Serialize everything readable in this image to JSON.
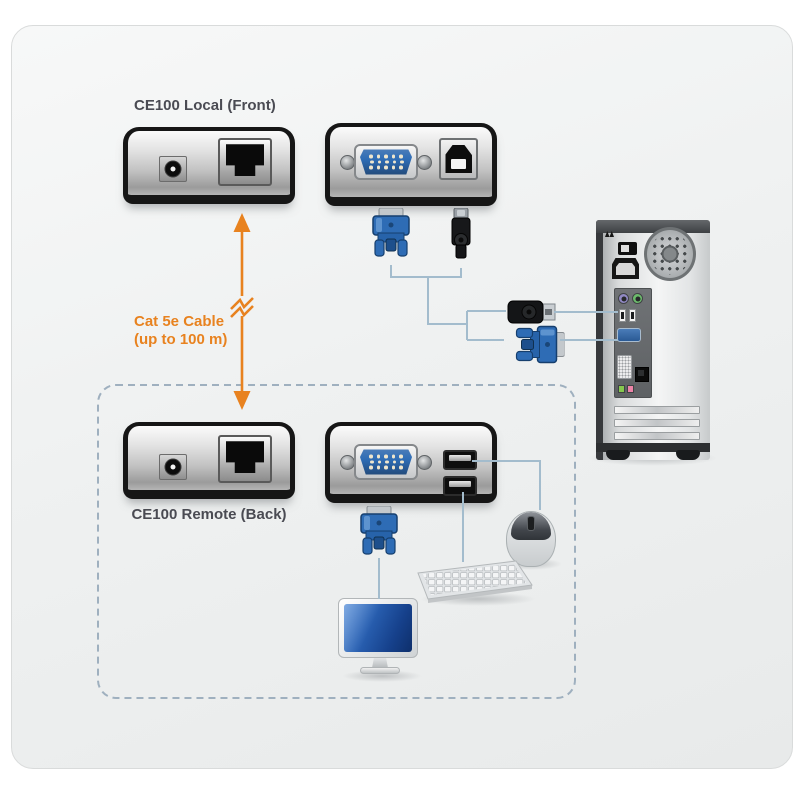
{
  "labels": {
    "local": "CE100 Local (Front)",
    "remote": "CE100 Remote (Back)",
    "cable_name": "Cat 5e Cable",
    "cable_limit": "(up to 100 m)"
  },
  "colors": {
    "accent_orange": "#e8821f",
    "cable_line": "#a3bccd",
    "dashed_border": "#9fb0bf",
    "vga_blue": "#2e6cb5",
    "label_text": "#4a4b53"
  },
  "components": [
    {
      "name": "local-extender-front",
      "label_ref": "local",
      "ports": [
        "dc-power-jack",
        "rj45-port"
      ]
    },
    {
      "name": "local-extender-back",
      "ports": [
        "vga-port",
        "usb-b-port"
      ]
    },
    {
      "name": "remote-extender-back",
      "label_ref": "remote",
      "ports": [
        "dc-power-jack",
        "rj45-port"
      ]
    },
    {
      "name": "remote-extender-front",
      "ports": [
        "vga-port",
        "usb-a-port-top",
        "usb-a-port-bottom"
      ]
    },
    {
      "name": "computer-tower",
      "ports": [
        "power-switch",
        "ac-inlet",
        "fan-grille",
        "ps2-purple",
        "ps2-green",
        "usb-pair",
        "vga-port",
        "dvi-port",
        "lan-port",
        "audio-green",
        "audio-pink"
      ]
    },
    {
      "name": "monitor"
    },
    {
      "name": "keyboard"
    },
    {
      "name": "mouse"
    },
    {
      "name": "vga-connector-local"
    },
    {
      "name": "usb-b-connector-local"
    },
    {
      "name": "usb-a-connector-to-pc"
    },
    {
      "name": "vga-connector-to-pc"
    },
    {
      "name": "vga-connector-remote"
    }
  ],
  "connections": [
    {
      "from": "local-extender",
      "to": "remote-extender",
      "type": "cat5e",
      "style": "orange-double-arrow-with-break",
      "label_refs": [
        "cable_name",
        "cable_limit"
      ]
    },
    {
      "from": "local-extender-back",
      "to": "computer-tower",
      "cables": [
        "vga",
        "usb"
      ]
    },
    {
      "from": "remote-extender-front",
      "to": "mouse",
      "cable": "usb"
    },
    {
      "from": "remote-extender-front",
      "to": "keyboard",
      "cable": "usb"
    },
    {
      "from": "remote-extender-front",
      "to": "monitor",
      "cable": "vga"
    }
  ]
}
